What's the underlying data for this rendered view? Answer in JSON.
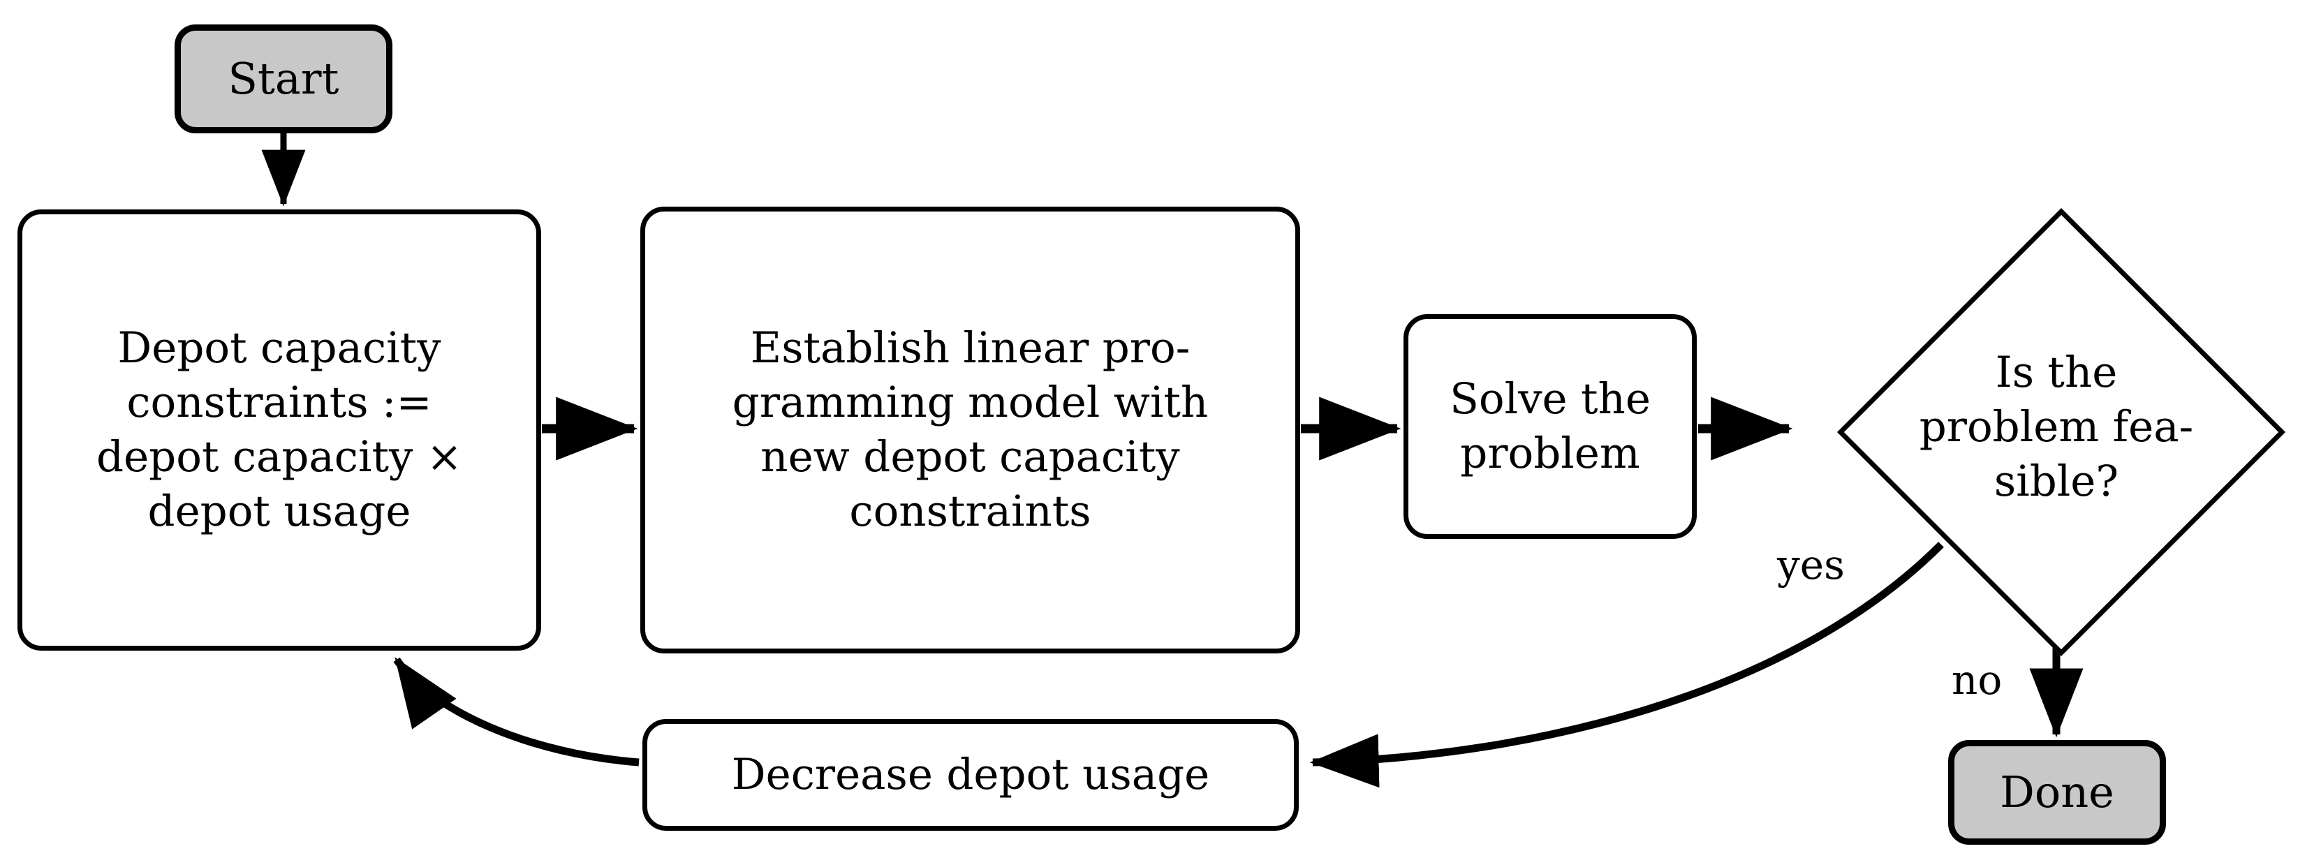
{
  "diagram": {
    "title": "Depot capacity iterative feasibility flowchart",
    "type": "flowchart",
    "background_color": "#ffffff",
    "stroke_color": "#000000",
    "terminal_fill_color": "#c8c8c8",
    "process_fill_color": "#ffffff"
  },
  "nodes": {
    "start": {
      "label": "Start",
      "shape": "rounded-rectangle-terminal"
    },
    "depot_capacity": {
      "label": "Depot capacity\nconstraints :=\ndepot capacity ×\ndepot usage",
      "shape": "rounded-rectangle"
    },
    "establish_model": {
      "label": "Establish linear pro-\ngramming model with\nnew depot capacity\nconstraints",
      "shape": "rounded-rectangle"
    },
    "solve_problem": {
      "label": "Solve the\nproblem",
      "shape": "rounded-rectangle"
    },
    "decision": {
      "label": "Is the\nproblem fea-\nsible?",
      "shape": "diamond"
    },
    "decrease_usage": {
      "label": "Decrease depot usage",
      "shape": "rounded-rectangle"
    },
    "done": {
      "label": "Done",
      "shape": "rounded-rectangle-terminal"
    }
  },
  "edges": [
    {
      "from": "start",
      "to": "depot_capacity",
      "label": ""
    },
    {
      "from": "depot_capacity",
      "to": "establish_model",
      "label": ""
    },
    {
      "from": "establish_model",
      "to": "solve_problem",
      "label": ""
    },
    {
      "from": "solve_problem",
      "to": "decision",
      "label": ""
    },
    {
      "from": "decision",
      "to": "decrease_usage",
      "label": "yes"
    },
    {
      "from": "decision",
      "to": "done",
      "label": "no"
    },
    {
      "from": "decrease_usage",
      "to": "depot_capacity",
      "label": ""
    }
  ],
  "edge_labels": {
    "yes": "yes",
    "no": "no"
  }
}
